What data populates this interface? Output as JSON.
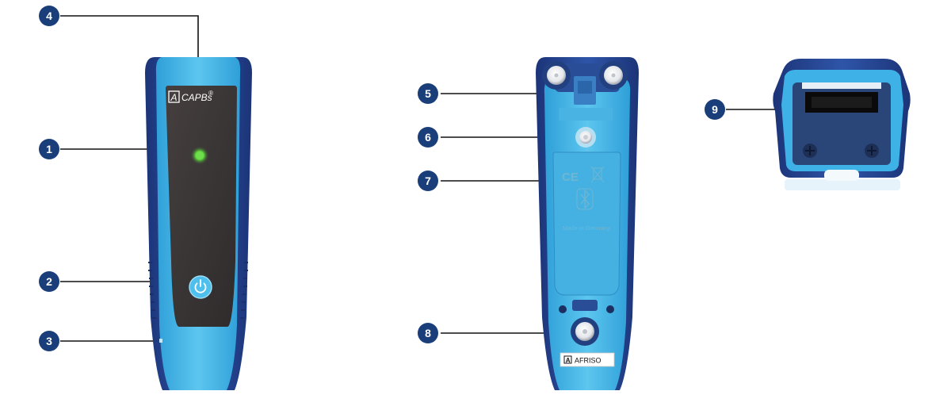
{
  "diagram": {
    "callouts": [
      "1",
      "2",
      "3",
      "4",
      "5",
      "6",
      "7",
      "8",
      "9"
    ],
    "front": {
      "brand": "CAPBs",
      "brand_mark": "®",
      "logo_letter": "A"
    },
    "back": {
      "made_in": "Made in Germany",
      "label": "AFRISO",
      "ce_mark": "CE"
    },
    "colors": {
      "body_blue": "#3aa9df",
      "body_light": "#5cc2ec",
      "side_navy": "#233f8a",
      "display_dark": "#3a3637",
      "callout_navy": "#1a3e7a",
      "led_green": "#5bd23a"
    },
    "icons": [
      "power-icon",
      "bluetooth-icon",
      "ce-mark-icon",
      "weee-bin-icon",
      "afriso-logo-icon"
    ]
  }
}
